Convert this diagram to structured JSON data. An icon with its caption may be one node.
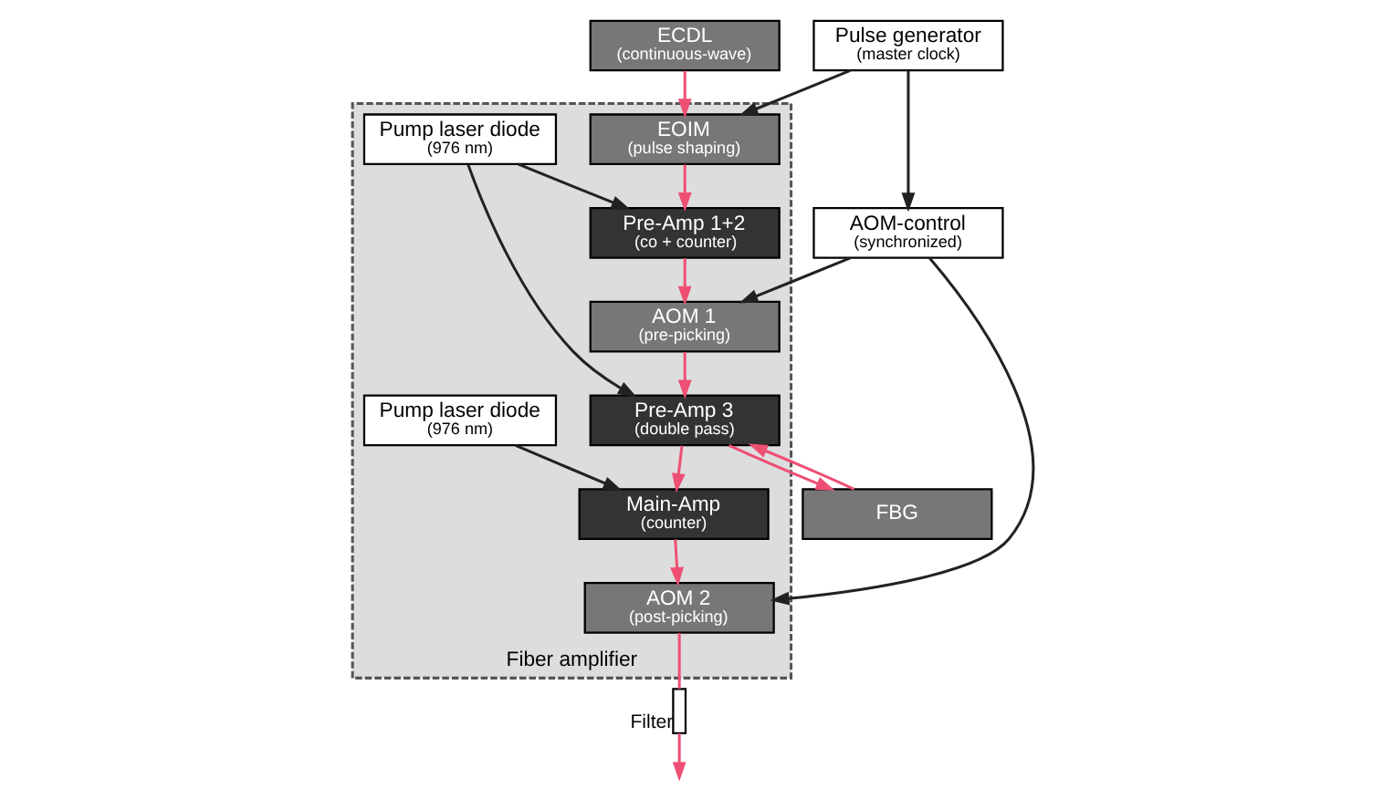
{
  "diagram": {
    "nodes": [
      {
        "text": [
          "Fiber amplifier"
        ]
      },
      {
        "text": [
          "Pulse generator",
          "(master clock)"
        ]
      },
      {
        "text": [
          "AOM-control",
          "(synchronized)"
        ]
      },
      {
        "text": [
          "ECDL",
          "(continuous-wave)"
        ]
      },
      {
        "text": [
          "EOIM",
          "(pulse shaping)"
        ],
        "in": 0
      },
      {
        "text": [
          "Pre-Amp 1+2",
          "(co + counter)"
        ],
        "in": 0
      },
      {
        "text": [
          "AOM 1",
          "(pre-picking)"
        ],
        "in": 0
      },
      {
        "text": [
          "Pump laser diode",
          "(976 nm)"
        ],
        "in": 0
      },
      {
        "text": [
          "Pump laser diode",
          "(976 nm)"
        ],
        "in": 0
      },
      {
        "text": [
          "AOM 2",
          "(post-picking)"
        ],
        "in": 0
      },
      {
        "text": [
          "Main-Amp",
          "(counter)"
        ],
        "in": 0
      },
      {
        "text": [
          "Pre-Amp 3",
          "(double pass)"
        ],
        "in": 0
      },
      {
        "text": [
          "FBG"
        ]
      },
      {
        "text": [],
        "shape": "bar",
        "beside": [
          "Filter"
        ]
      }
    ],
    "edges": [
      {
        "from": 1,
        "to": 4,
        "arrow": "to",
        "color": "#222222"
      },
      {
        "from": 1,
        "to": 2,
        "arrow": "to",
        "color": "#222222"
      },
      {
        "from": 2,
        "to": 6,
        "arrow": "to",
        "color": "#222222"
      },
      {
        "from": 2,
        "to": 9,
        "arrow": "to",
        "color": "#222222"
      },
      {
        "from": 3,
        "to": 4,
        "arrow": "to"
      },
      {
        "from": 4,
        "to": 5,
        "arrow": "to"
      },
      {
        "from": 5,
        "to": 6,
        "arrow": "to"
      },
      {
        "from": 8,
        "to": 5,
        "arrow": "to",
        "color": "#222222"
      },
      {
        "from": 7,
        "to": 10,
        "arrow": "to",
        "color": "#222222"
      },
      {
        "from": 8,
        "to": 11,
        "arrow": "to",
        "color": "#222222"
      },
      {
        "from": 6,
        "to": 11,
        "arrow": "to"
      },
      {
        "from": 11,
        "to": 10,
        "arrow": "to"
      },
      {
        "from": 10,
        "to": 9,
        "arrow": "to"
      },
      {
        "from": 9,
        "to": 13,
        "arrow": "none"
      },
      {
        "from": 13,
        "to": null,
        "arrow": "to"
      },
      {
        "from": 12,
        "to": 11,
        "arrow": "to"
      },
      {
        "from": 11,
        "to": 12,
        "arrow": "to"
      }
    ]
  }
}
